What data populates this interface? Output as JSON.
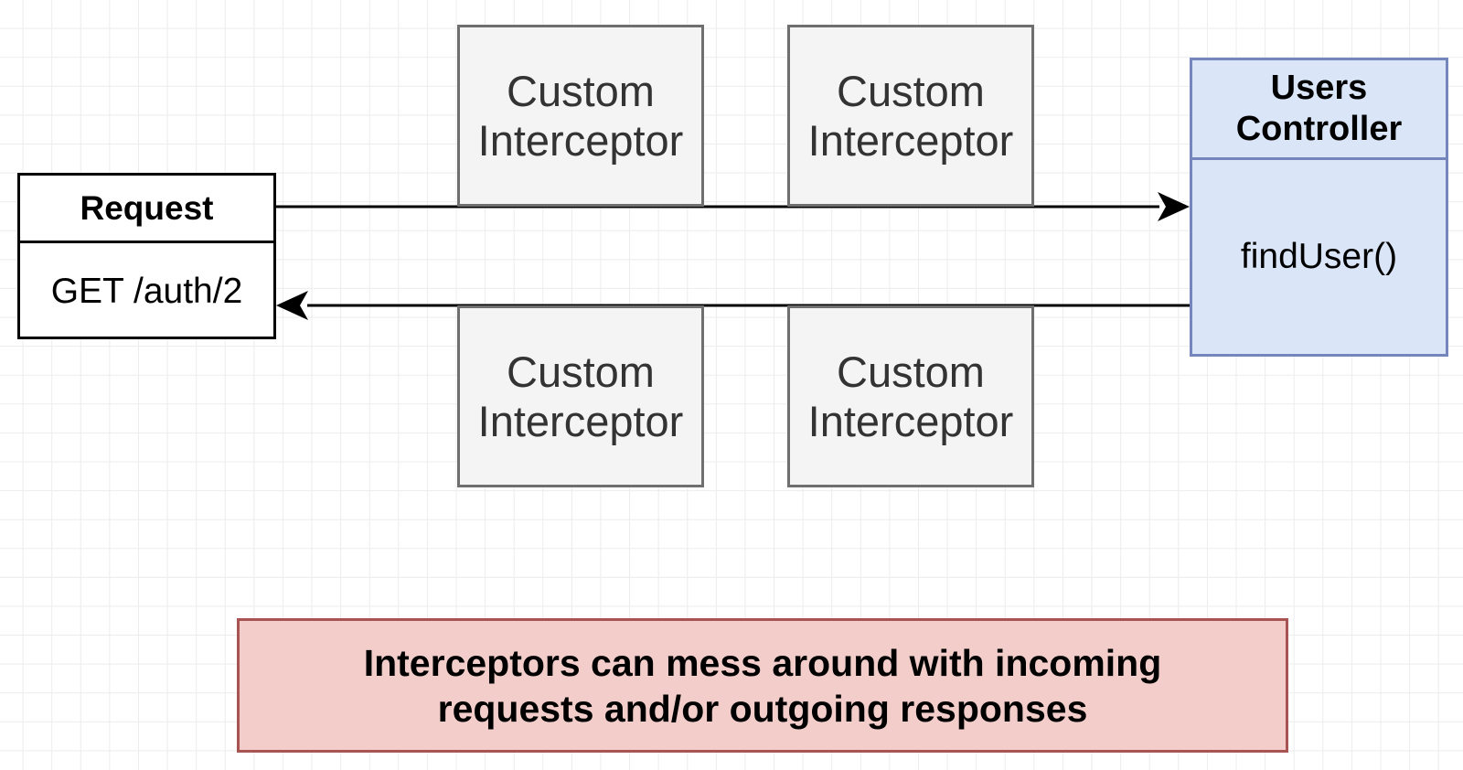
{
  "request": {
    "title": "Request",
    "route": "GET /auth/2"
  },
  "interceptors": [
    {
      "position": "top-left",
      "label": "Custom\nInterceptor"
    },
    {
      "position": "top-right",
      "label": "Custom\nInterceptor"
    },
    {
      "position": "bottom-left",
      "label": "Custom\nInterceptor"
    },
    {
      "position": "bottom-right",
      "label": "Custom\nInterceptor"
    }
  ],
  "controller": {
    "title": "Users\nController",
    "method": "findUser()"
  },
  "note": {
    "text": "Interceptors can mess around with incoming\nrequests and/or outgoing responses"
  },
  "colors": {
    "interceptor_fill": "#f4f4f4",
    "interceptor_border": "#6f6f6f",
    "controller_fill": "#dae6f8",
    "controller_border": "#7586bd",
    "note_fill": "#f2cdca",
    "note_border": "#a85452",
    "arrow": "#000000"
  }
}
